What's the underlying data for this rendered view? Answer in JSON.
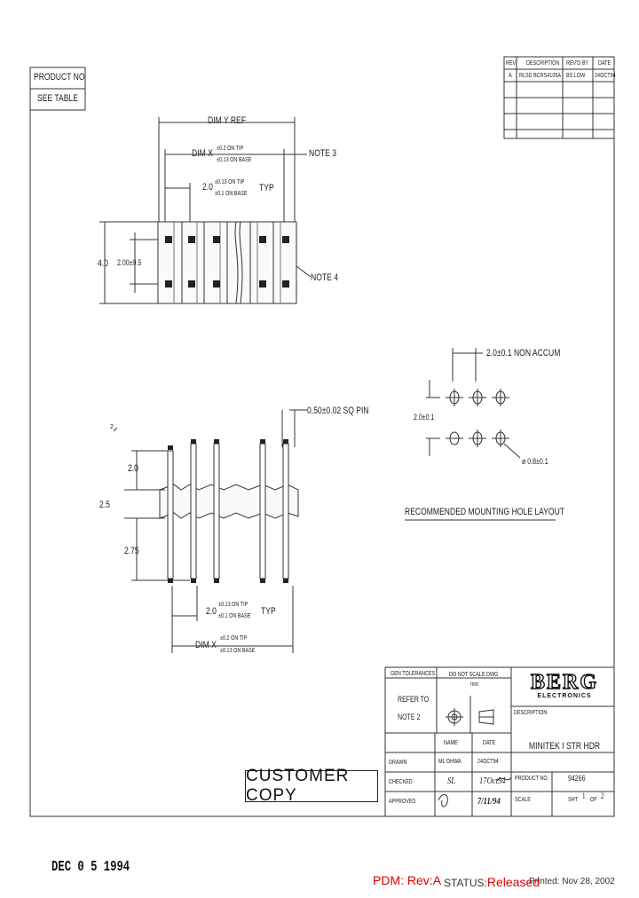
{
  "product_no": {
    "label": "PRODUCT NO",
    "value": "SEE TABLE"
  },
  "revision_table": {
    "headers": [
      "REV",
      "DESCRIPTION",
      "REV'D BY",
      "DATE"
    ],
    "rows": [
      [
        "A",
        "RLSD BCRS4105A",
        "BS LOW",
        "24OCT94"
      ]
    ]
  },
  "dims": {
    "dim_y": "DIM Y REF",
    "dim_x_top_prefix": "DIM X",
    "dim_x_top_tol1": "±0.2  ON TIP",
    "dim_x_top_tol2": "±0.13 ON BASE",
    "note3": "NOTE 3",
    "pitch_prefix": "2.0",
    "pitch_tol1": "±0.13 ON TIP",
    "pitch_tol2": "±0.1  ON BASE",
    "typ": "TYP",
    "height": "4.0",
    "row_spacing": "2.00±0.5",
    "note4": "NOTE 4",
    "pin_size": "0.50±0.02 SQ PIN",
    "top_len": "2.0",
    "body_h": "2.5",
    "bottom_len": "2.75",
    "pitch2_prefix": "2.0",
    "pitch2_tol1": "±0.13 ON TIP",
    "pitch2_tol2": "±0.1  ON BASE",
    "typ2": "TYP",
    "dim_x_bot_prefix": "DIM X",
    "dim_x_bot_tol1": "±0.2  ON TIP",
    "dim_x_bot_tol2": "±0.13 ON BASE",
    "mark": "2"
  },
  "hole_layout": {
    "pitch": "2.0±0.1 NON ACCUM",
    "row": "2.0±0.1",
    "hole": "ø 0.8±0.1",
    "title": "RECOMMENDED MOUNTING HOLE LAYOUT"
  },
  "title_block": {
    "gen_tol": "GEN TOLERANCES",
    "refer1": "REFER TO",
    "refer2": "NOTE 2",
    "scale_note1": "DO NOT SCALE DWG",
    "scale_note2": "mm",
    "name_hdr": "NAME",
    "date_hdr": "DATE",
    "drawn": "DRAWN",
    "drawn_name": "ML OHWA",
    "drawn_date": "24OCT94",
    "checked": "CHECKED",
    "checked_name": "SL",
    "checked_date": "17Oct94",
    "approved": "APPROVED",
    "approved_date": "7/11/94",
    "brand": "BERG",
    "brand_sub": "ELECTRONICS",
    "description_label": "DESCRIPTION",
    "description": "MINITEK I STR HDR",
    "product_no_label": "PRODUCT NO.",
    "product_no": "94266",
    "scale_label": "SCALE",
    "sheet_prefix": "SHT",
    "sheet_no": "1",
    "sheet_of": "OF",
    "sheet_total": "2"
  },
  "customer_copy": "CUSTOMER COPY",
  "date_stamp": "DEC 0 5 1994",
  "footer": {
    "pdm_label": "PDM:",
    "rev_label": "Rev:",
    "rev_value": "A",
    "status_label": "STATUS:",
    "status_value": "Released",
    "printed_label": "Printed:",
    "printed_value": "Nov 28, 2002"
  }
}
